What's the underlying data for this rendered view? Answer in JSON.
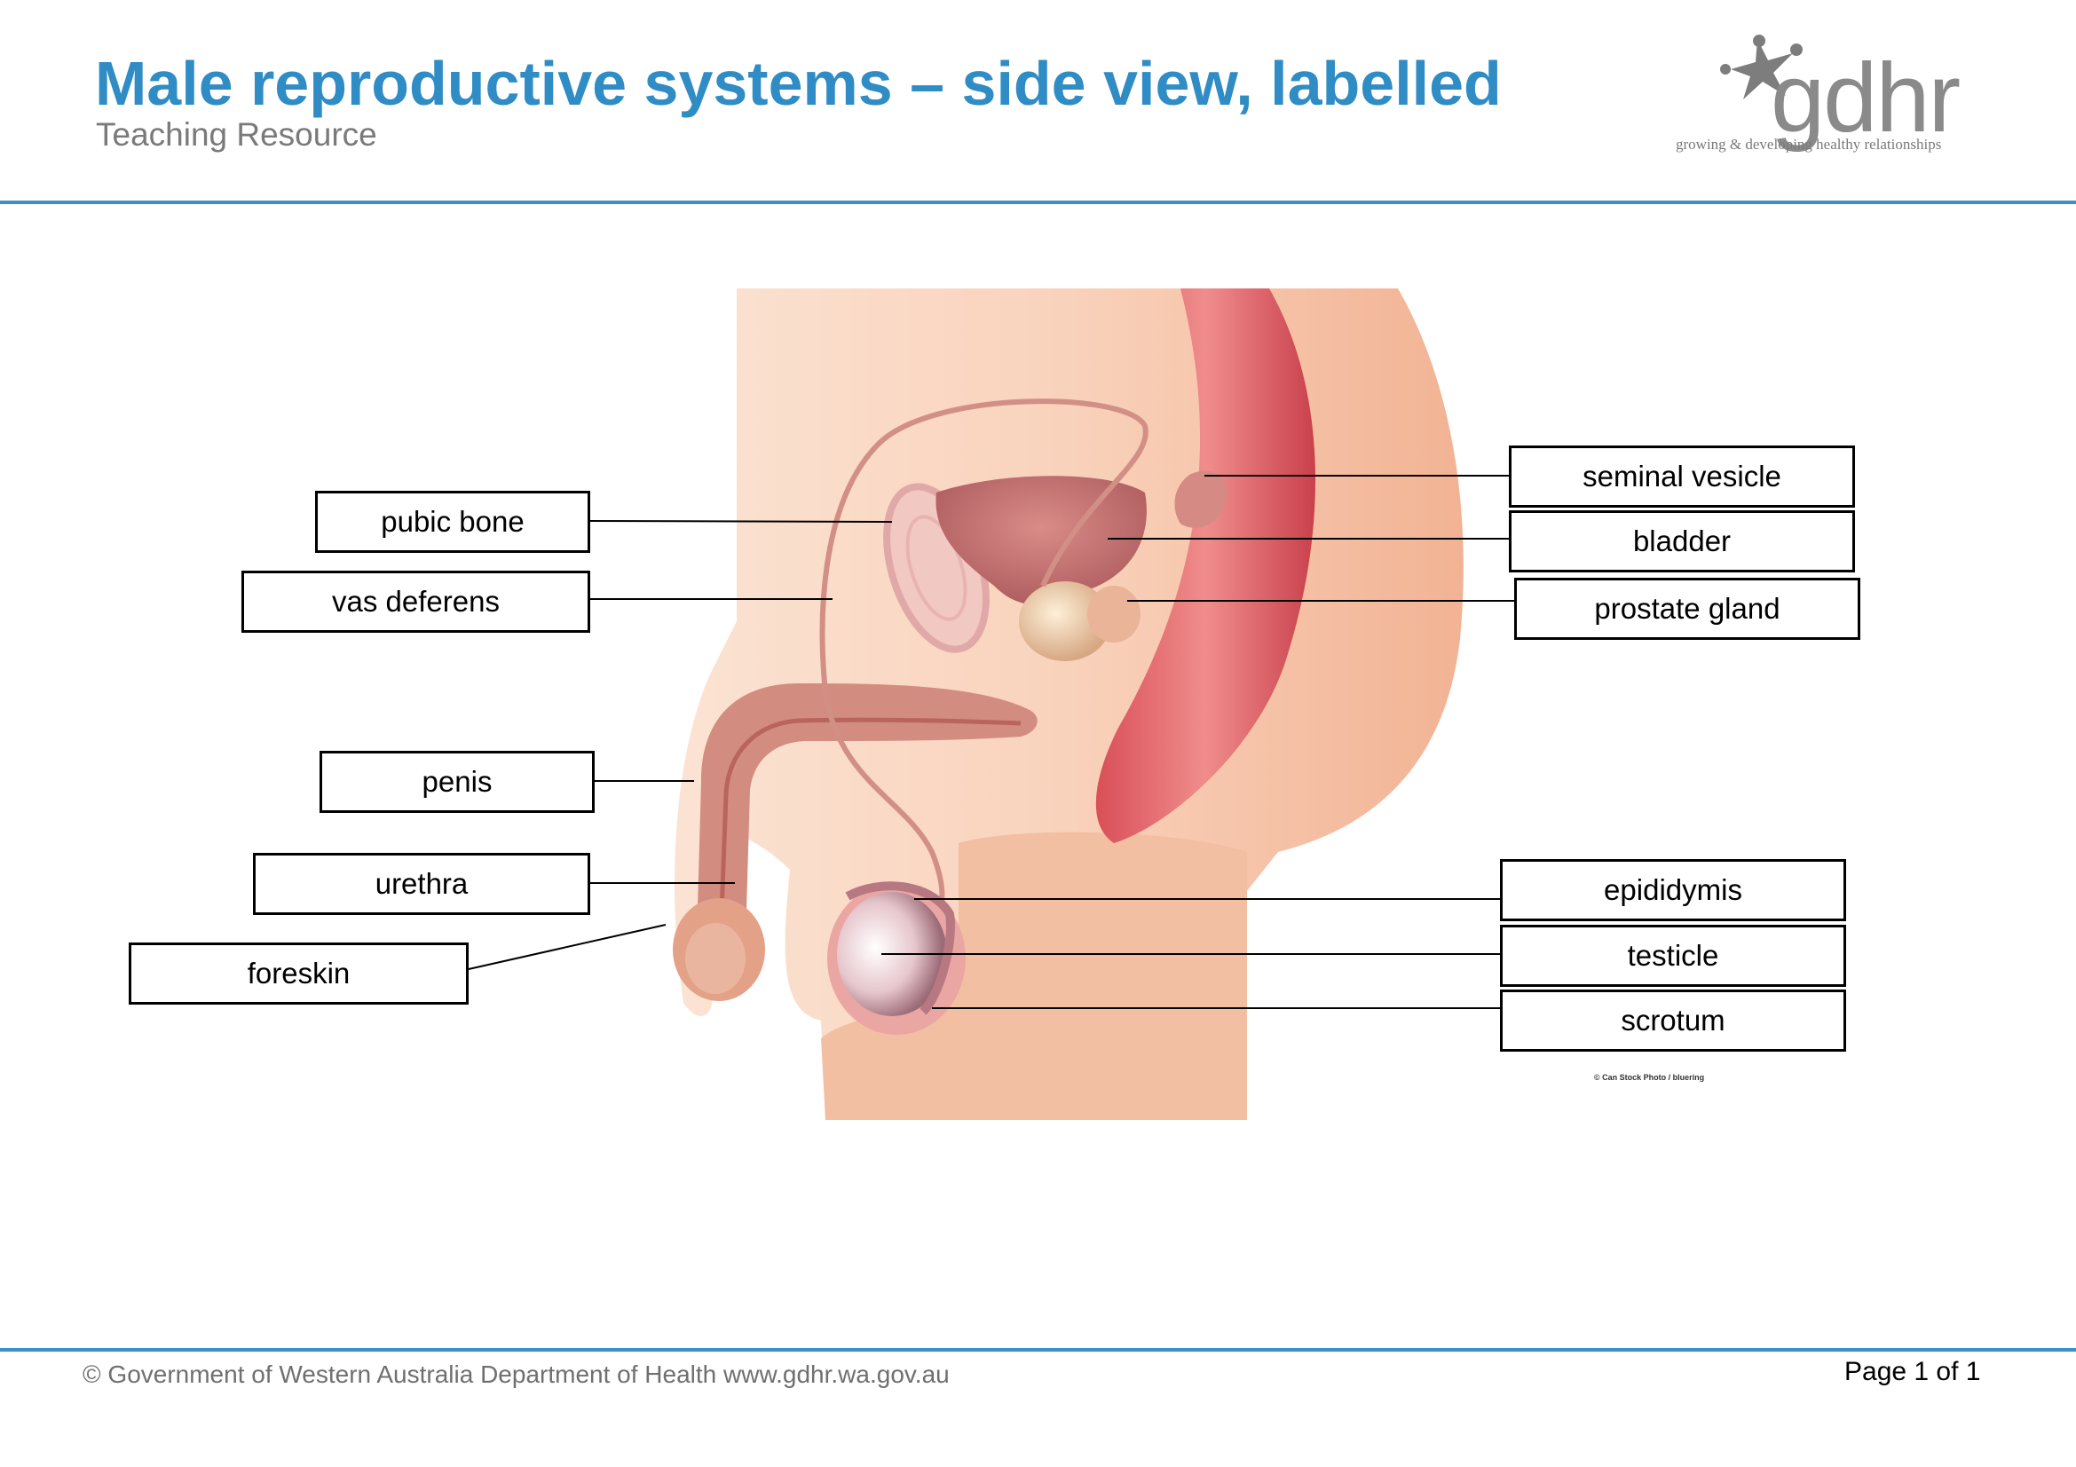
{
  "header": {
    "title": "Male reproductive systems – side view, labelled",
    "subtitle": "Teaching Resource"
  },
  "logo": {
    "wordmark": "gdhr",
    "tagline": "growing & developing healthy relationships",
    "icon": "star-people-icon"
  },
  "labels": {
    "pubic_bone": "pubic bone",
    "vas_deferens": "vas deferens",
    "penis": "penis",
    "urethra": "urethra",
    "foreskin": "foreskin",
    "seminal_vesicle": "seminal vesicle",
    "bladder": "bladder",
    "prostate_gland": "prostate gland",
    "epididymis": "epididymis",
    "testicle": "testicle",
    "scrotum": "scrotum"
  },
  "photo_credit": "© Can Stock Photo / bluering",
  "footer": {
    "copyright": "© Government of Western Australia Department of Health  www.gdhr.wa.gov.au",
    "page": "Page 1 of 1"
  },
  "colors": {
    "title_blue": "#2f8cc4",
    "rule_blue": "#3b8fc9",
    "skin": "#f6c4a4",
    "organ_pink": "#d98a86",
    "rectum_red": "#e06a6e"
  }
}
